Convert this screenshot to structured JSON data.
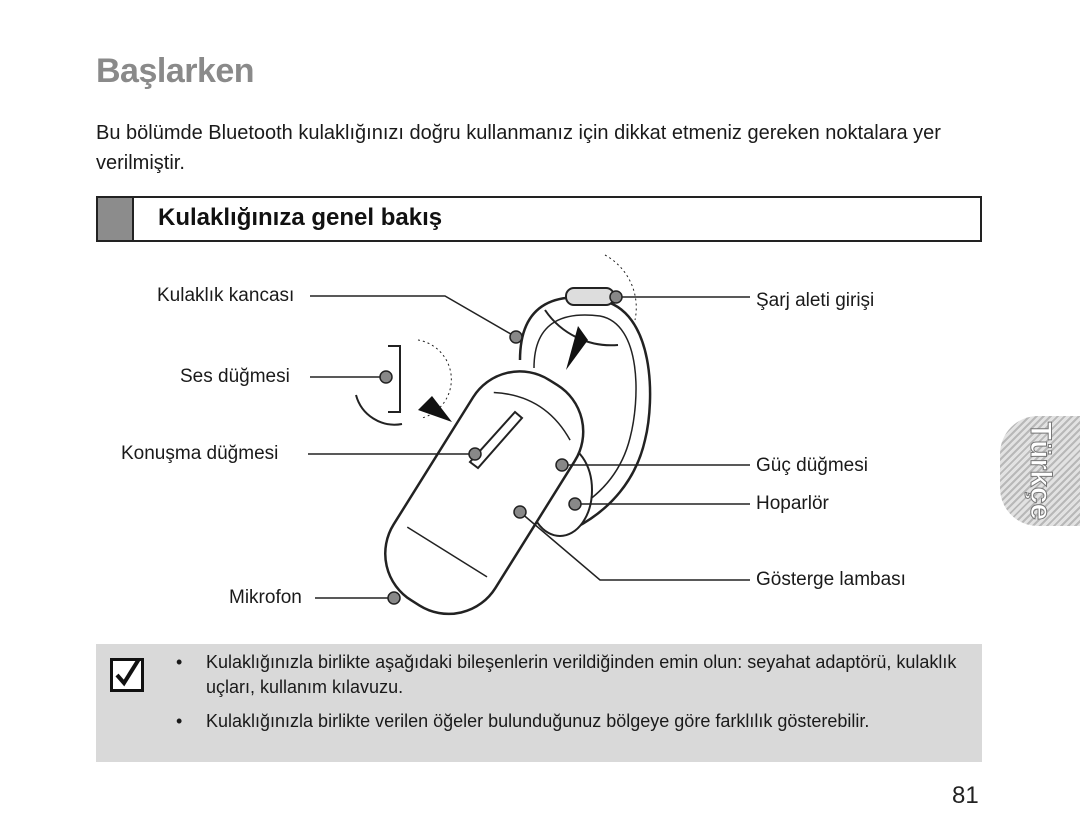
{
  "page": {
    "title": "Başlarken",
    "intro": "Bu bölümde Bluetooth kulaklığınızı doğru kullanmanız için dikkat etmeniz gereken noktalara yer verilmiştir.",
    "section_heading": "Kulaklığınıza genel bakış",
    "side_tab": "Türkçe",
    "page_number": "81"
  },
  "diagram": {
    "labels": {
      "ear_hook": "Kulaklık kancası",
      "volume_button": "Ses düğmesi",
      "talk_button": "Konuşma düğmesi",
      "microphone": "Mikrofon",
      "charger_jack": "Şarj aleti girişi",
      "power_button": "Güç düğmesi",
      "speaker": "Hoparlör",
      "indicator_light": "Gösterge lambası"
    }
  },
  "note": {
    "icon": "checkbox-check-icon",
    "bullet": "•",
    "items": [
      "Kulaklığınızla birlikte aşağıdaki bileşenlerin verildiğinden emin olun: seyahat adaptörü, kulaklık uçları, kullanım kılavuzu.",
      "Kulaklığınızla birlikte verilen öğeler bulunduğunuz bölgeye göre farklılık gösterebilir."
    ]
  }
}
